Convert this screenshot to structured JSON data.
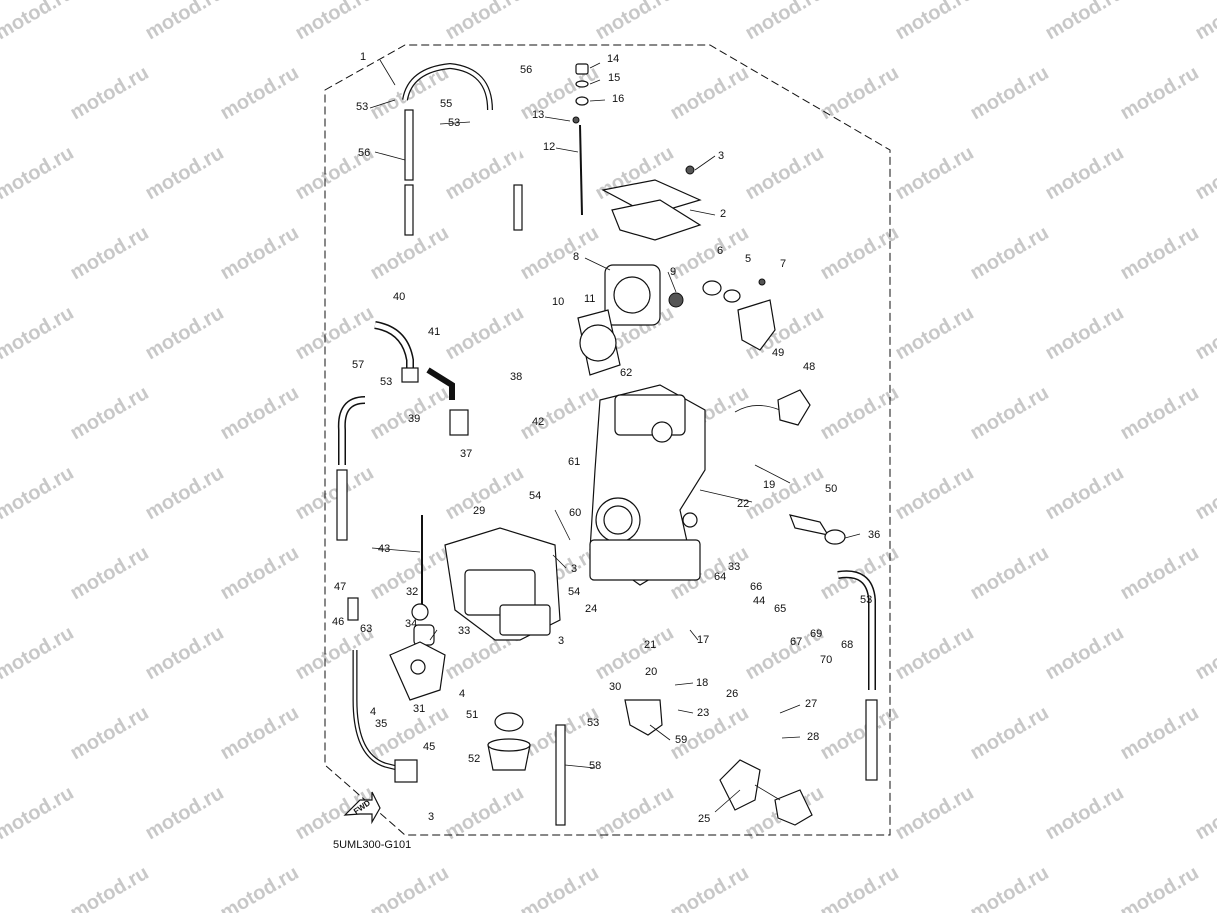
{
  "watermark": "motod.ru",
  "diagram_code": "5UML300-G101",
  "fwd_label": "FWD",
  "callouts": [
    "1",
    "2",
    "3",
    "4",
    "5",
    "6",
    "7",
    "8",
    "9",
    "10",
    "11",
    "12",
    "13",
    "14",
    "15",
    "16",
    "17",
    "18",
    "19",
    "20",
    "21",
    "22",
    "23",
    "24",
    "25",
    "26",
    "27",
    "28",
    "29",
    "30",
    "31",
    "32",
    "33",
    "34",
    "35",
    "36",
    "37",
    "38",
    "39",
    "40",
    "41",
    "42",
    "43",
    "44",
    "45",
    "46",
    "47",
    "48",
    "49",
    "50",
    "51",
    "52",
    "53",
    "54",
    "55",
    "56",
    "57",
    "58",
    "59",
    "60",
    "61",
    "62",
    "63",
    "64",
    "65",
    "66",
    "67",
    "68",
    "69",
    "70"
  ],
  "colors": {
    "ink": "#111111",
    "watermark": "#c8c8c8",
    "background": "#ffffff"
  }
}
